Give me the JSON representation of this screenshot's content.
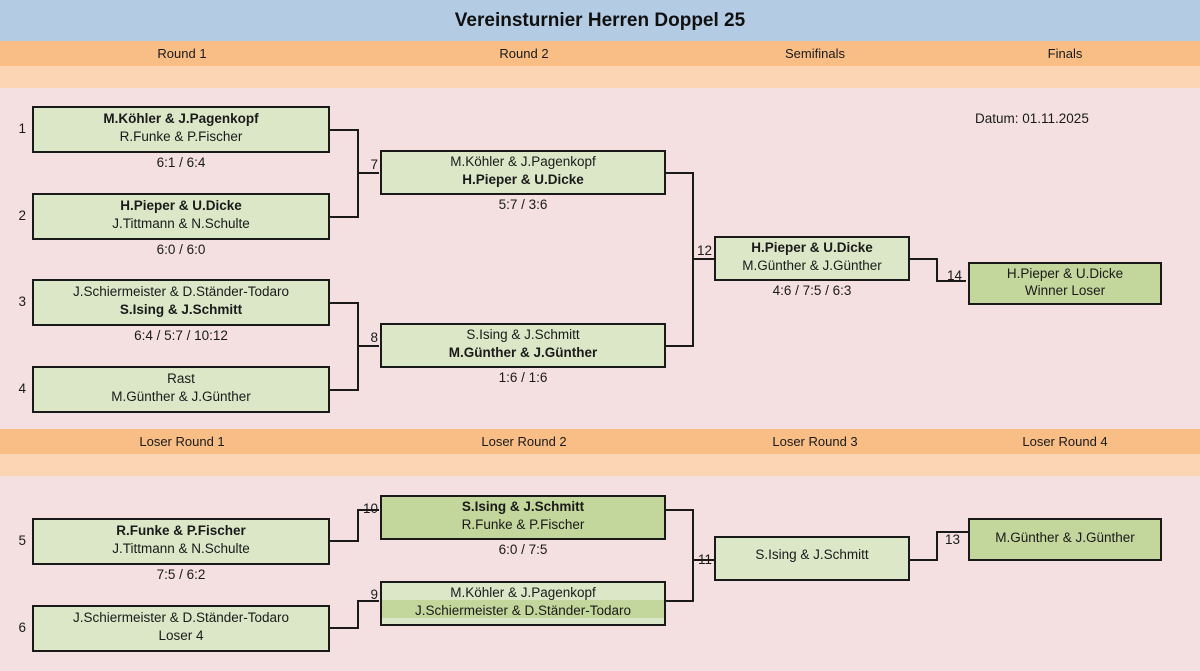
{
  "title": "Vereinsturnier Herren Doppel 25",
  "date_text": "Datum: 01.11.2025",
  "colors": {
    "title_band": "#b4cbe4",
    "round_band": "#f8be86",
    "round_band_sub": "#fcd5b4",
    "body_background": "#f4e0e0",
    "box_light_green": "#dce7c8",
    "box_dark_green": "#c3d69b",
    "border": "#1a1a1a"
  },
  "winner_rounds": {
    "labels": [
      "Round 1",
      "Round 2",
      "Semifinals",
      "Finals"
    ]
  },
  "loser_rounds": {
    "labels": [
      "Loser Round 1",
      "Loser Round 2",
      "Loser Round 3",
      "Loser Round 4"
    ]
  },
  "matches": {
    "m1": {
      "number": "1",
      "top": "M.Köhler & J.Pagenkopf",
      "bottom": "R.Funke & P.Fischer",
      "score": "6:1 / 6:4"
    },
    "m2": {
      "number": "2",
      "top": "H.Pieper & U.Dicke",
      "bottom": "J.Tittmann & N.Schulte",
      "score": "6:0 / 6:0"
    },
    "m3": {
      "number": "3",
      "top": "J.Schiermeister & D.Ständer-Todaro",
      "bottom": "S.Ising & J.Schmitt",
      "score": "6:4 / 5:7 / 10:12"
    },
    "m4": {
      "number": "4",
      "top": "Rast",
      "bottom": "M.Günther & J.Günther",
      "score": ""
    },
    "m7": {
      "number": "7",
      "top": "M.Köhler & J.Pagenkopf",
      "bottom": "H.Pieper & U.Dicke",
      "score": "5:7 / 3:6"
    },
    "m8": {
      "number": "8",
      "top": "S.Ising & J.Schmitt",
      "bottom": "M.Günther & J.Günther",
      "score": "1:6 / 1:6"
    },
    "m12": {
      "number": "12",
      "top": "H.Pieper & U.Dicke",
      "bottom": "M.Günther & J.Günther",
      "score": "4:6 / 7:5 / 6:3"
    },
    "m14": {
      "number": "14",
      "top": "H.Pieper & U.Dicke",
      "bottom": "Winner Loser",
      "score": ""
    },
    "m5": {
      "number": "5",
      "top": "R.Funke & P.Fischer",
      "bottom": "J.Tittmann & N.Schulte",
      "score": "7:5 / 6:2"
    },
    "m6": {
      "number": "6",
      "top": "J.Schiermeister & D.Ständer-Todaro",
      "bottom": "Loser 4",
      "score": ""
    },
    "m10": {
      "number": "10",
      "top": "S.Ising & J.Schmitt",
      "bottom": "R.Funke & P.Fischer",
      "score": "6:0 / 7:5"
    },
    "m9": {
      "number": "9",
      "top": "M.Köhler & J.Pagenkopf",
      "bottom": "J.Schiermeister & D.Ständer-Todaro",
      "score": ""
    },
    "m11": {
      "number": "11",
      "top": "S.Ising & J.Schmitt",
      "bottom": "",
      "score": ""
    },
    "m13": {
      "number": "13",
      "top": "M.Günther & J.Günther",
      "bottom": "",
      "score": ""
    }
  }
}
